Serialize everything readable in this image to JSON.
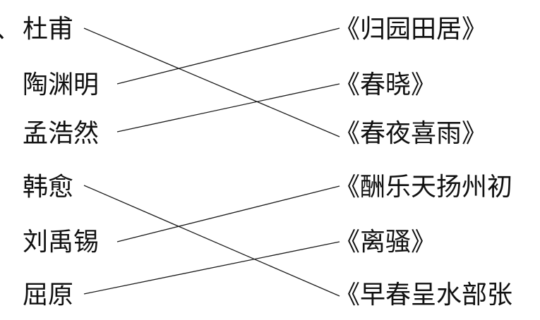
{
  "question_prefix": "、",
  "poets": [
    "杜甫",
    "陶渊明",
    "孟浩然",
    "韩愈",
    "刘禹锡",
    "屈原"
  ],
  "works": [
    "《归园田居》",
    "《春晓》",
    "《春夜喜雨》",
    "《酬乐天扬州初",
    "《离骚》",
    "《早春呈水部张"
  ],
  "matches": [
    {
      "poet": "杜甫",
      "work": "《春夜喜雨》"
    },
    {
      "poet": "陶渊明",
      "work": "《归园田居》"
    },
    {
      "poet": "孟浩然",
      "work": "《春晓》"
    },
    {
      "poet": "韩愈",
      "work": "《早春呈水部张"
    },
    {
      "poet": "刘禹锡",
      "work": "《酬乐天扬州初"
    },
    {
      "poet": "屈原",
      "work": "《离骚》"
    }
  ]
}
